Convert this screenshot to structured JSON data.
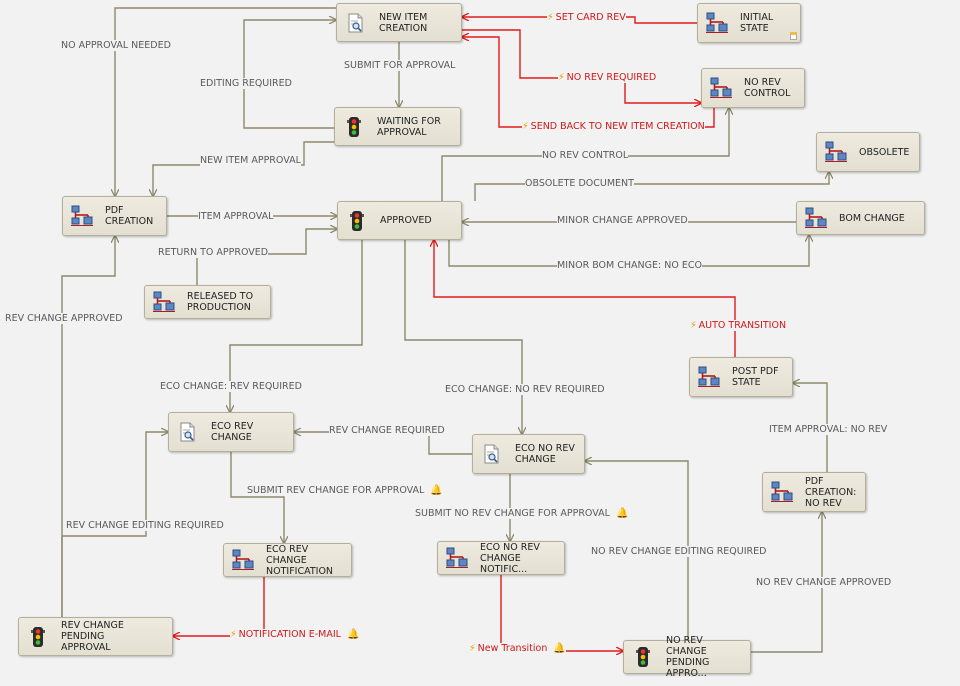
{
  "colors": {
    "normal_edge": "#8c8a6c",
    "auto_edge": "#e21b1b",
    "label_normal": "#5a5a5a",
    "label_red": "#d01818"
  },
  "states": [
    {
      "id": "new_item",
      "label": "NEW ITEM\nCREATION",
      "icon": "document-magnifier-icon",
      "note": false
    },
    {
      "id": "initial",
      "label": "INITIAL\nSTATE",
      "icon": "network-state-icon",
      "note": true
    },
    {
      "id": "no_rev_control",
      "label": "NO REV\nCONTROL",
      "icon": "network-state-icon",
      "note": false
    },
    {
      "id": "waiting",
      "label": "WAITING FOR\nAPPROVAL",
      "icon": "traffic-light-icon",
      "note": false
    },
    {
      "id": "obsolete",
      "label": "OBSOLETE",
      "icon": "network-state-icon",
      "note": false
    },
    {
      "id": "pdf_creation",
      "label": "PDF\nCREATION",
      "icon": "network-state-icon",
      "note": false
    },
    {
      "id": "approved",
      "label": "APPROVED",
      "icon": "traffic-light-icon",
      "note": false
    },
    {
      "id": "bom_change",
      "label": "BOM CHANGE",
      "icon": "network-state-icon",
      "note": false
    },
    {
      "id": "released",
      "label": "RELEASED TO\nPRODUCTION",
      "icon": "network-state-icon",
      "note": false
    },
    {
      "id": "post_pdf",
      "label": "POST PDF\nSTATE",
      "icon": "network-state-icon",
      "note": false
    },
    {
      "id": "eco_rev",
      "label": "ECO REV\nCHANGE",
      "icon": "document-magnifier-icon",
      "note": false
    },
    {
      "id": "eco_no_rev",
      "label": "ECO NO REV\nCHANGE",
      "icon": "document-magnifier-icon",
      "note": false
    },
    {
      "id": "pdf_no_rev",
      "label": "PDF\nCREATION:\nNO REV",
      "icon": "network-state-icon",
      "note": false
    },
    {
      "id": "eco_rev_notif",
      "label": "ECO REV CHANGE\nNOTIFICATION",
      "icon": "network-state-icon",
      "note": false
    },
    {
      "id": "eco_no_rev_notif",
      "label": "ECO NO REV\nCHANGE NOTIFIC...",
      "icon": "network-state-icon",
      "note": false
    },
    {
      "id": "rev_pending",
      "label": "REV CHANGE PENDING\nAPPROVAL",
      "icon": "traffic-light-icon",
      "note": false
    },
    {
      "id": "no_rev_pending",
      "label": "NO REV CHANGE\nPENDING APPRO...",
      "icon": "traffic-light-icon",
      "note": false
    }
  ],
  "transitions": [
    {
      "text": "SET CARD REV",
      "auto": true,
      "bell": false
    },
    {
      "text": "NO REV REQUIRED",
      "auto": true,
      "bell": false
    },
    {
      "text": "SEND BACK TO NEW ITEM CREATION",
      "auto": true,
      "bell": false
    },
    {
      "text": "NO APPROVAL NEEDED",
      "auto": false,
      "bell": false
    },
    {
      "text": "SUBMIT FOR APPROVAL",
      "auto": false,
      "bell": false
    },
    {
      "text": "EDITING REQUIRED",
      "auto": false,
      "bell": false
    },
    {
      "text": "NEW ITEM APPROVAL",
      "auto": false,
      "bell": false
    },
    {
      "text": "NO REV CONTROL",
      "auto": false,
      "bell": false
    },
    {
      "text": "OBSOLETE DOCUMENT",
      "auto": false,
      "bell": false
    },
    {
      "text": "ITEM APPROVAL",
      "auto": false,
      "bell": false
    },
    {
      "text": "MINOR CHANGE APPROVED",
      "auto": false,
      "bell": false
    },
    {
      "text": "RETURN TO APPROVED",
      "auto": false,
      "bell": false
    },
    {
      "text": "MINOR BOM CHANGE: NO ECO",
      "auto": false,
      "bell": false
    },
    {
      "text": "REV CHANGE APPROVED",
      "auto": false,
      "bell": false
    },
    {
      "text": "AUTO TRANSITION",
      "auto": true,
      "bell": false
    },
    {
      "text": "ECO CHANGE: REV REQUIRED",
      "auto": false,
      "bell": false
    },
    {
      "text": "ECO CHANGE: NO REV REQUIRED",
      "auto": false,
      "bell": false
    },
    {
      "text": "REV CHANGE REQUIRED",
      "auto": false,
      "bell": false
    },
    {
      "text": "ITEM APPROVAL: NO REV",
      "auto": false,
      "bell": false
    },
    {
      "text": "SUBMIT REV CHANGE FOR APPROVAL",
      "auto": false,
      "bell": true
    },
    {
      "text": "SUBMIT NO REV CHANGE FOR APPROVAL",
      "auto": false,
      "bell": true
    },
    {
      "text": "REV CHANGE EDITING REQUIRED",
      "auto": false,
      "bell": false
    },
    {
      "text": "NO REV CHANGE EDITING REQUIRED",
      "auto": false,
      "bell": false
    },
    {
      "text": "NO REV CHANGE APPROVED",
      "auto": false,
      "bell": false
    },
    {
      "text": "NOTIFICATION E-MAIL",
      "auto": true,
      "bell": true
    },
    {
      "text": "New Transition",
      "auto": true,
      "bell": true
    }
  ]
}
